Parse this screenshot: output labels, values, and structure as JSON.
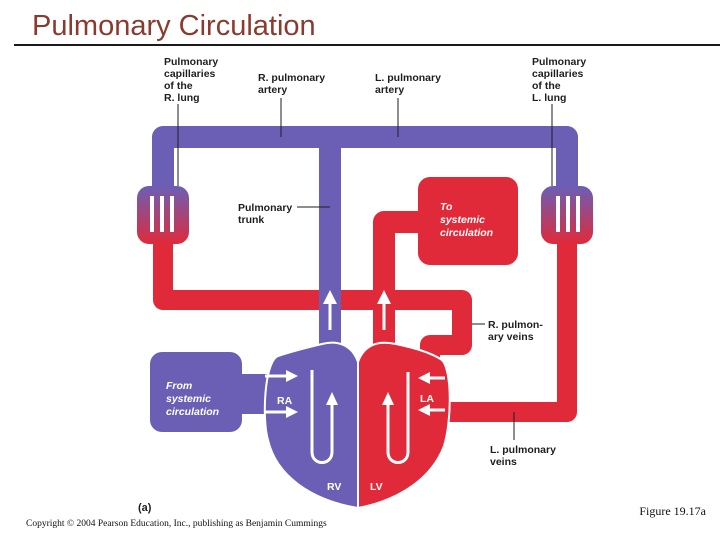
{
  "title": "Pulmonary Circulation",
  "labels": {
    "cap_r_1": "Pulmonary",
    "cap_r_2": "capillaries",
    "cap_r_3": "of the",
    "cap_r_4": "R. lung",
    "rpa_1": "R. pulmonary",
    "rpa_2": "artery",
    "lpa_1": "L. pulmonary",
    "lpa_2": "artery",
    "cap_l_1": "Pulmonary",
    "cap_l_2": "capillaries",
    "cap_l_3": "of the",
    "cap_l_4": "L. lung",
    "trunk_1": "Pulmonary",
    "trunk_2": "trunk",
    "sys_to_1": "To",
    "sys_to_2": "systemic",
    "sys_to_3": "circulation",
    "rpv_1": "R. pulmon-",
    "rpv_2": "ary veins",
    "sys_from_1": "From",
    "sys_from_2": "systemic",
    "sys_from_3": "circulation",
    "ra": "RA",
    "la": "LA",
    "rv": "RV",
    "lv": "LV",
    "lpv_1": "L. pulmonary",
    "lpv_2": "veins",
    "panel": "(a)"
  },
  "colors": {
    "deoxygenated": "#6a5fb5",
    "oxygenated": "#e02a3a",
    "title": "#8b3a2e"
  },
  "figure_ref": "Figure 19.17a",
  "copyright": "Copyright © 2004 Pearson Education, Inc., publishing as Benjamin Cummings"
}
